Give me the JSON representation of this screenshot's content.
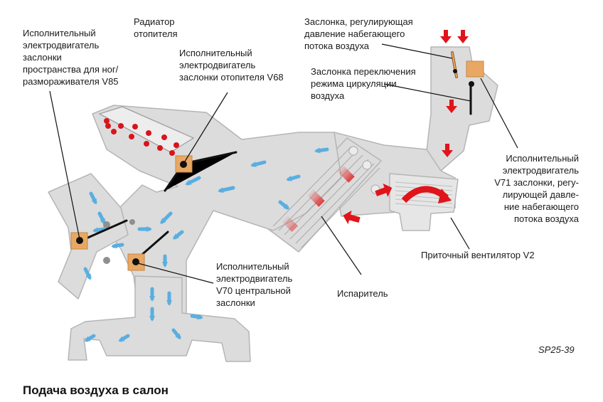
{
  "labels": {
    "v85": "Исполнительный\nэлектродвигатель\nзаслонки\nпространства для ног/\nразмораживателя V85",
    "heater_radiator": "Радиатор\nотопителя",
    "v68": "Исполнительный\nэлектродвигатель\nзаслонки отопителя V68",
    "ram_flap": "Заслонка, регулирующая\nдавление набегающего\nпотока воздуха",
    "recirc_flap": "Заслонка переключения\nрежима циркуляции\nвоздуха",
    "v71": "Исполнительный\nэлектродвигатель\nV71 заслонки, регу-\nлирующей давле-\nние набегающего\nпотока воздуха",
    "blower": "Приточный вентилятор V2",
    "evaporator": "Испаритель",
    "v70": "Исполнительный\nэлектродвигатель\nV70 центральной\nзаслонки"
  },
  "figure_code": "SP25-39",
  "caption": "Подача воздуха в салон",
  "colors": {
    "duct_fill": "#dcdcdc",
    "duct_edge": "#b5b5b5",
    "actuator": "#e8a863",
    "cold_arrow": "#5aaee0",
    "hot_arrow": "#e0141b",
    "leader": "#111111"
  }
}
